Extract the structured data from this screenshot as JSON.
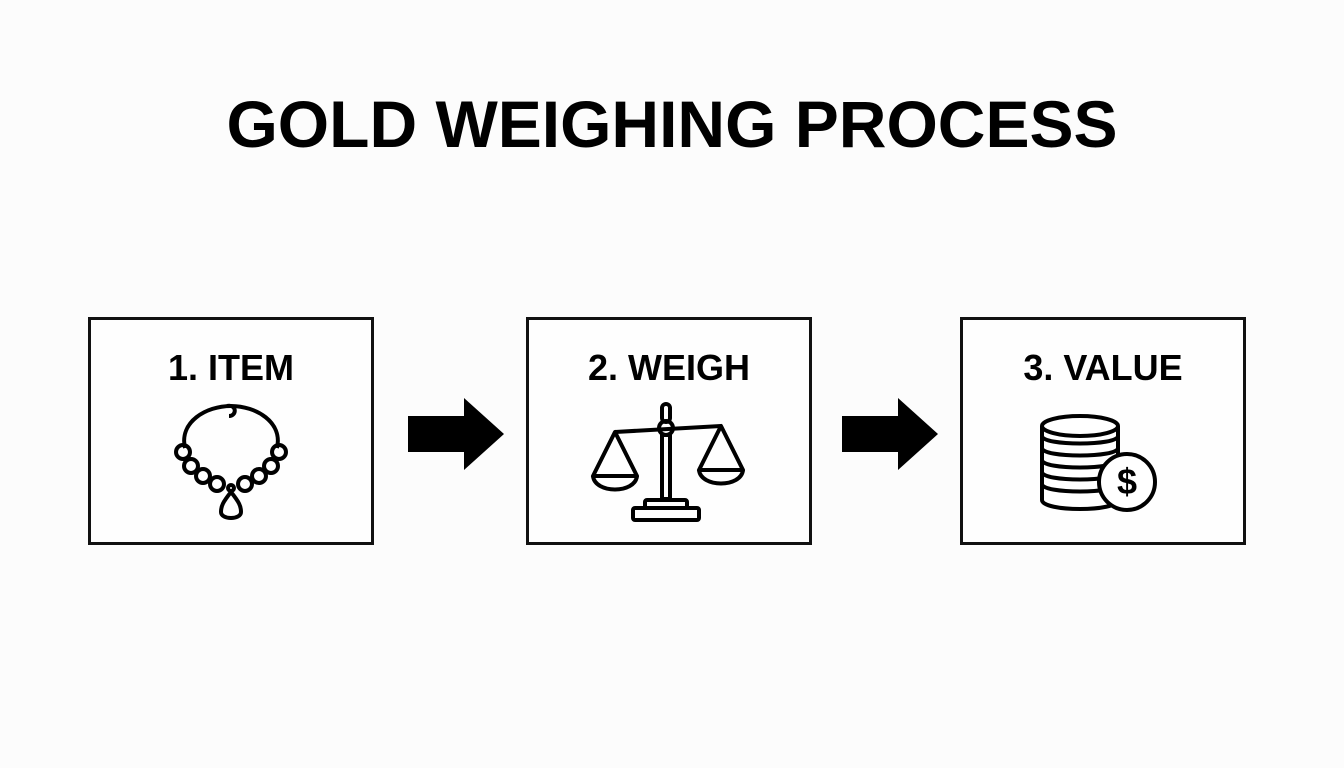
{
  "title": "GOLD WEIGHING PROCESS",
  "steps": [
    {
      "label": "1. ITEM",
      "icon": "necklace-icon"
    },
    {
      "label": "2. WEIGH",
      "icon": "balance-scale-icon"
    },
    {
      "label": "3. VALUE",
      "icon": "coin-stack-dollar-icon"
    }
  ],
  "connectors": [
    {
      "icon": "arrow-right-icon",
      "from": "1. ITEM",
      "to": "2. WEIGH"
    },
    {
      "icon": "arrow-right-icon",
      "from": "2. WEIGH",
      "to": "3. VALUE"
    }
  ],
  "colors": {
    "background": "#fcfcfc",
    "stroke": "#111111"
  }
}
